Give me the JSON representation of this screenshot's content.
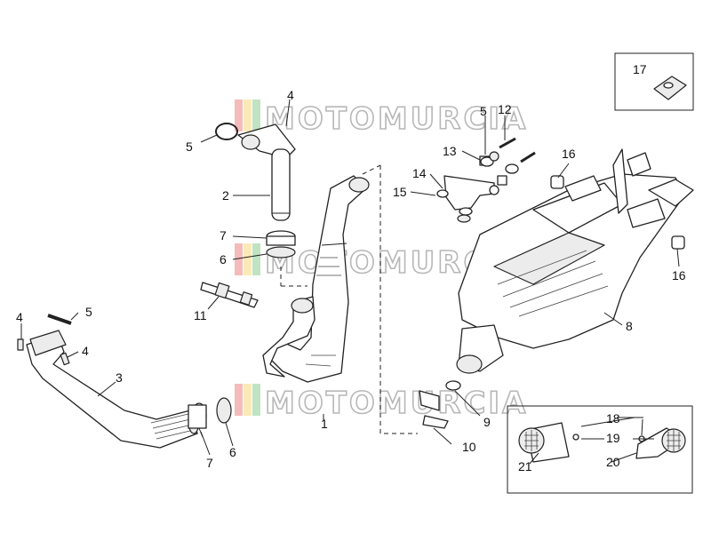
{
  "watermark": {
    "text": "MOTOMURCIA",
    "colors": [
      "#e23b3b",
      "#f2c230",
      "#4caf50"
    ]
  },
  "callouts": {
    "c17": "17",
    "c4a": "4",
    "c5a": "5",
    "c2": "2",
    "c7a": "7",
    "c6a": "6",
    "c11": "11",
    "c4b": "4",
    "c5b": "5",
    "c4c": "4",
    "c3": "3",
    "c7b": "7",
    "c6b": "6",
    "c1": "1",
    "c5c": "5",
    "c12": "12",
    "c13": "13",
    "c14": "14",
    "c15": "15",
    "c16a": "16",
    "c16b": "16",
    "c8": "8",
    "c9": "9",
    "c10": "10",
    "c18": "18",
    "c19": "19",
    "c20": "20",
    "c21": "21"
  }
}
